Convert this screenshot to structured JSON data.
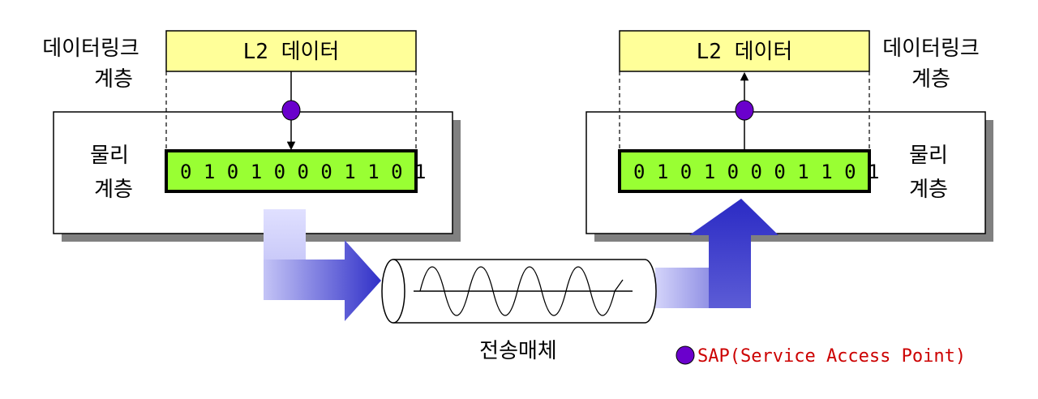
{
  "left_stack": {
    "l2_label": "L2 데이터",
    "datalink_label_line1": "데이터링크",
    "datalink_label_line2": "계층",
    "physical_label_line1": "물리",
    "physical_label_line2": "계층",
    "bits": "0 1 0 1 0 0 0 1 1 0 1"
  },
  "right_stack": {
    "l2_label": "L2 데이터",
    "datalink_label_line1": "데이터링크",
    "datalink_label_line2": "계층",
    "physical_label_line1": "물리",
    "physical_label_line2": "계층",
    "bits": "0 1 0 1 0 0 0 1 1 0 1"
  },
  "medium_label": "전송매체",
  "legend": {
    "text": "SAP(Service Access Point)",
    "text_color": "#cc0000",
    "marker_color": "#6a00cc"
  },
  "colors": {
    "l2_box_fill": "#ffff99",
    "bit_box_fill": "#99ff33",
    "sap_fill": "#6a00cc",
    "arrow_dark": "#3a3acc",
    "arrow_light": "#ccccff"
  }
}
